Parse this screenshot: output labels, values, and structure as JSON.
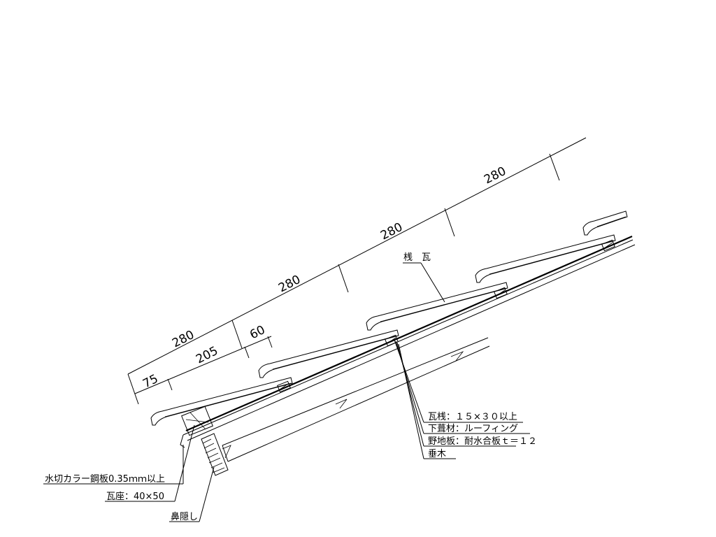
{
  "dimensions": {
    "top": [
      "280",
      "280",
      "280",
      "280"
    ],
    "sub": [
      "75",
      "205",
      "60"
    ]
  },
  "labels": {
    "sangawara": "桟　瓦",
    "kawarasan": "瓦桟：１５×３０以上",
    "shitabuki": "下葺材：ルーフィング",
    "nojiita": "野地板：耐水合板ｔ＝１２",
    "taruki": "垂木",
    "mizukiri": "水切カラー鋼板0.35ｍｍ以上",
    "kawaraza": "瓦座：40×50",
    "hanakakushi": "鼻隠し"
  }
}
